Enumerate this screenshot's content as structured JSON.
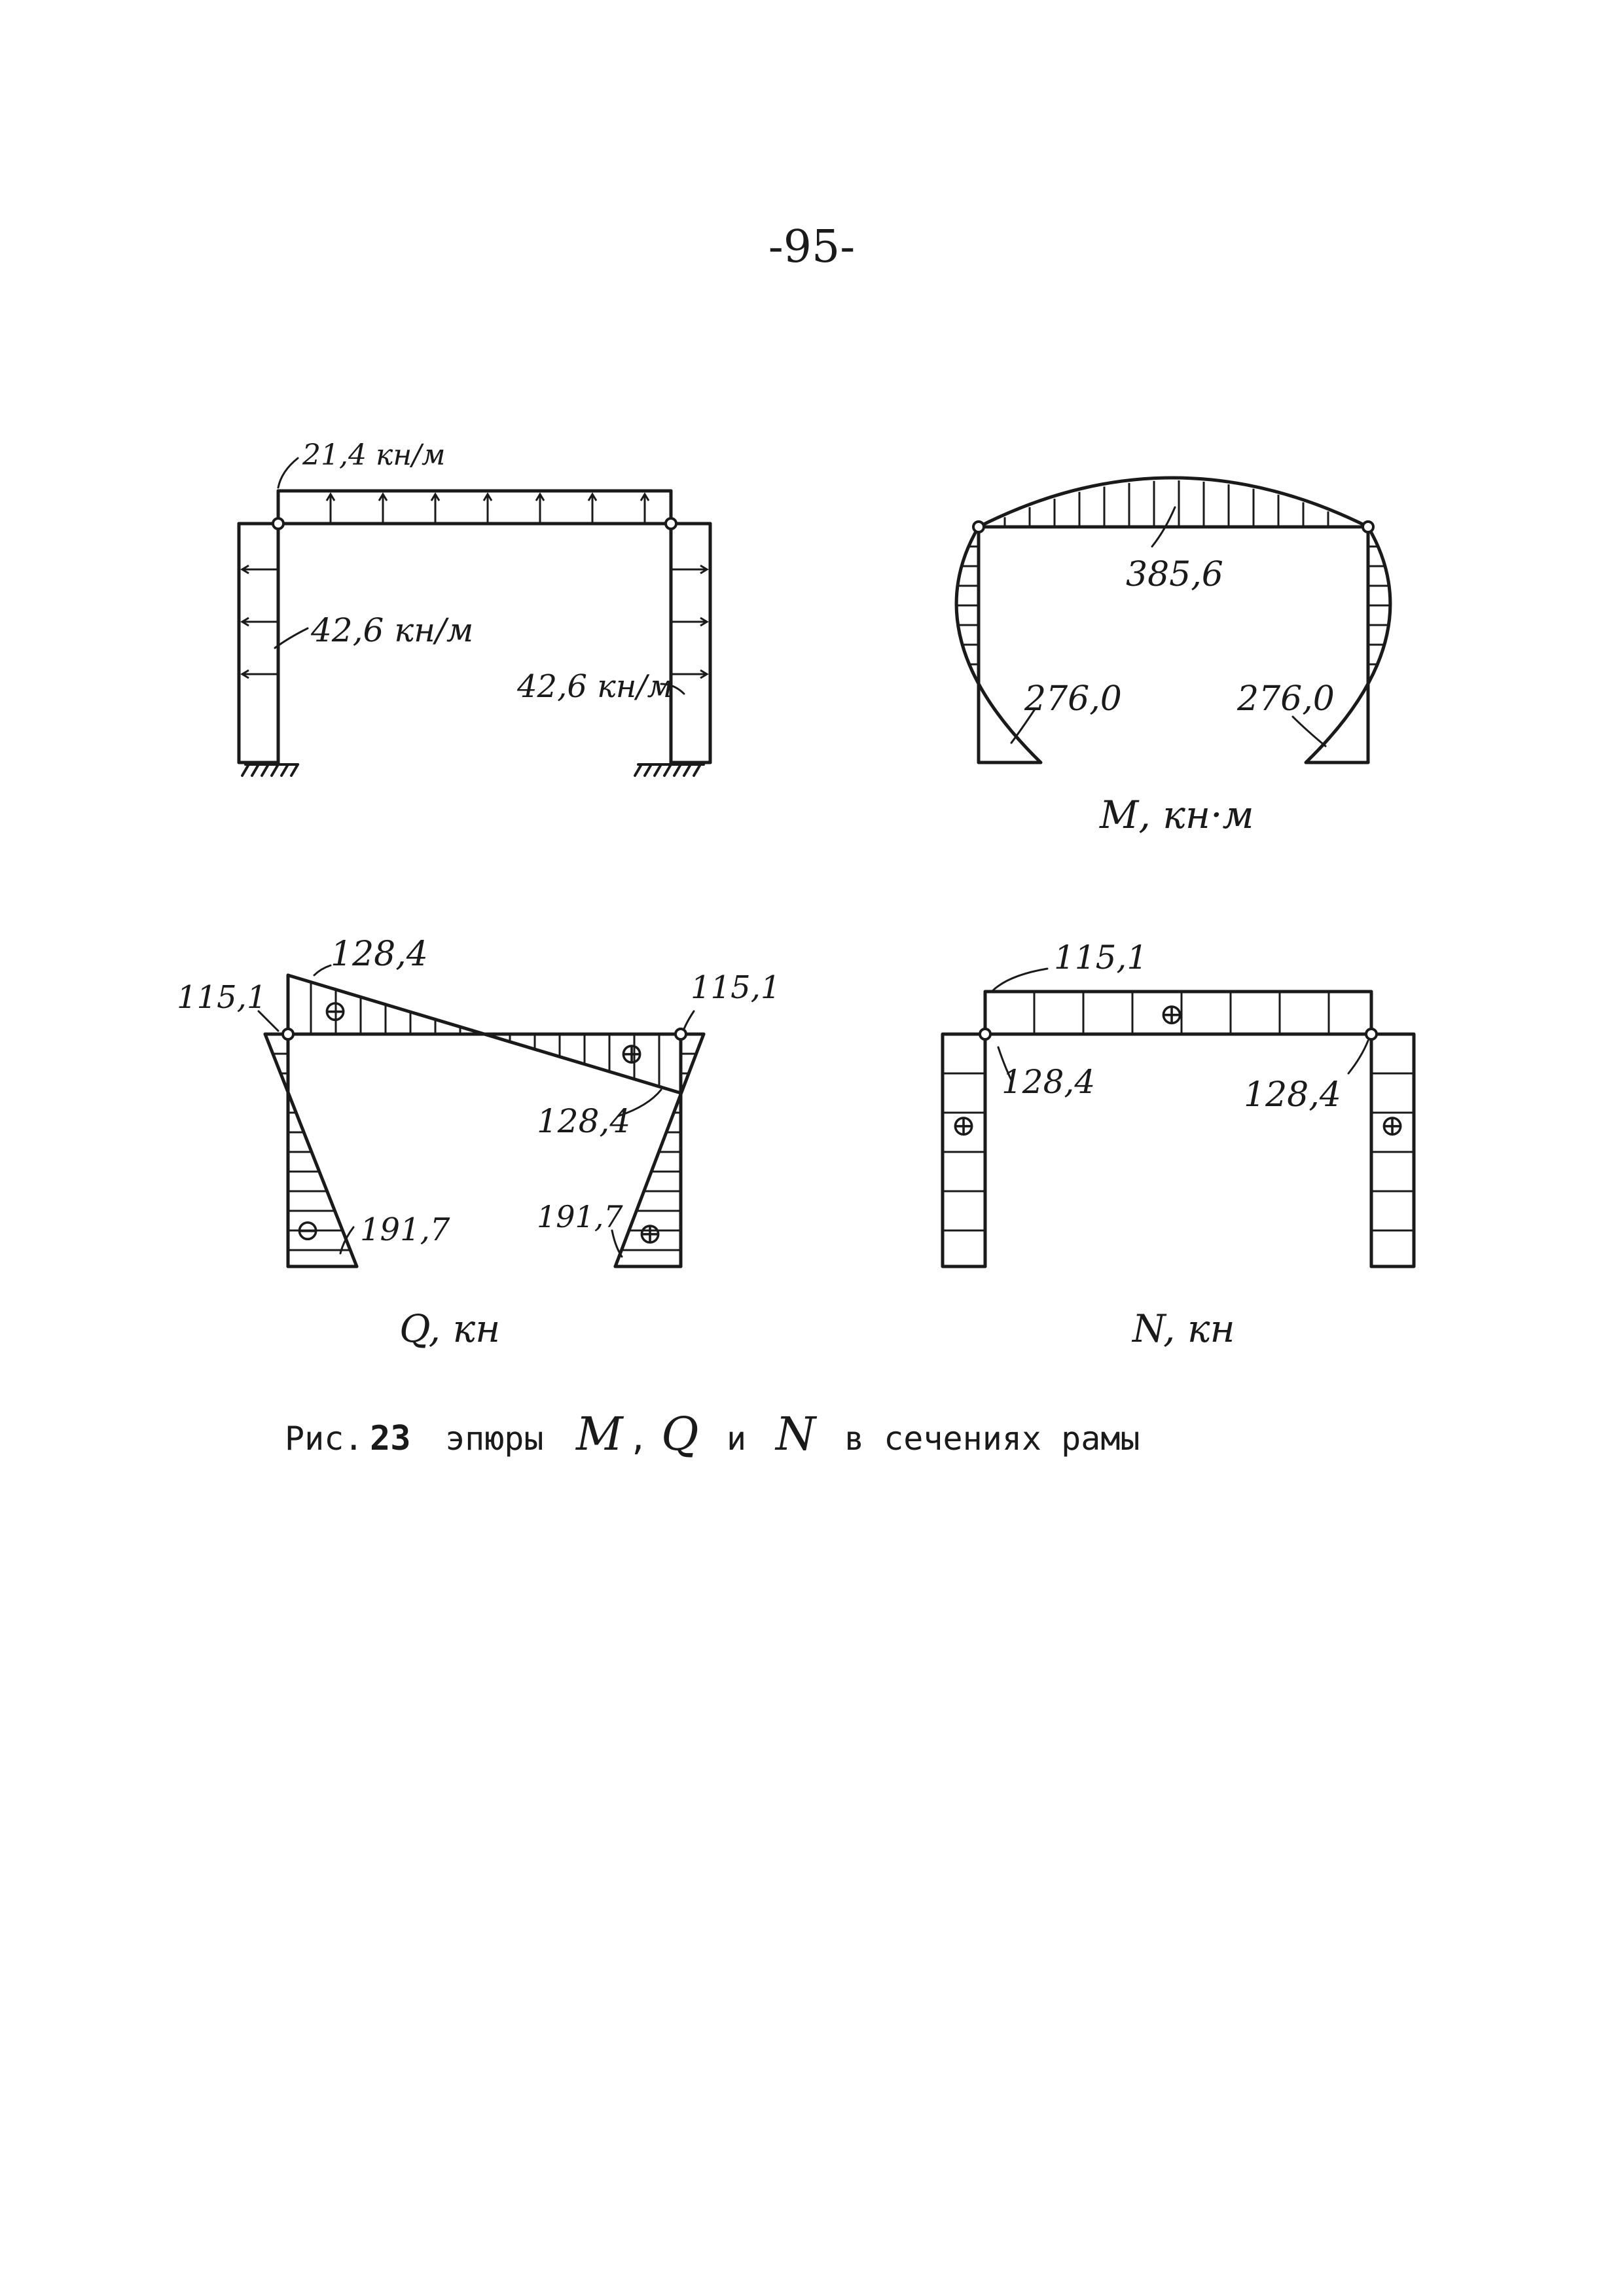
{
  "page_number": "-95-",
  "load_scheme": {
    "roof_load": "21,4 кн/м",
    "left_wall_load": "42,6 кн/м",
    "right_wall_load": "42,6 кн/м"
  },
  "moment_diagram": {
    "title": "M, кн·м",
    "beam_value": "385,6",
    "left_value": "276,0",
    "right_value": "276,0"
  },
  "shear_diagram": {
    "title": "Q, кн",
    "left_top": "115,1",
    "right_top": "115,1",
    "beam_left": "128,4",
    "beam_right": "128,4",
    "left_bottom": "191,7",
    "right_bottom": "191,7",
    "sign_minus": "⊖",
    "sign_plus": "⊕"
  },
  "normal_diagram": {
    "title": "N, кн",
    "beam_value": "115,1",
    "left_value": "128,4",
    "right_value": "128,4",
    "sign_plus": "⊕"
  },
  "caption": {
    "prefix": "Рис.",
    "number": "23",
    "text1": "эпюры",
    "m": "M",
    "comma": ",",
    "q": "Q",
    "and": "и",
    "n": "N",
    "text2": "в сечениях рамы"
  },
  "colors": {
    "ink": "#1a1a1a",
    "paper": "#ffffff"
  }
}
